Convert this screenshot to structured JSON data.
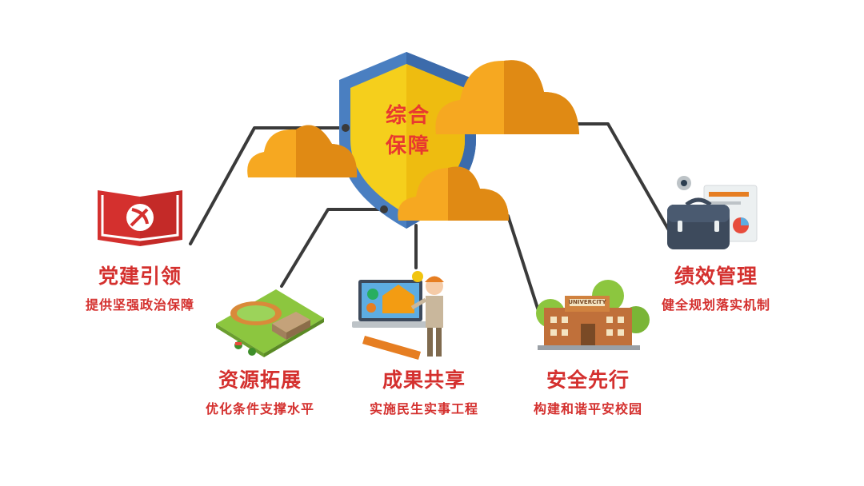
{
  "center": {
    "line1": "综合",
    "line2": "保障"
  },
  "nodes": [
    {
      "title": "党建引领",
      "sub": "提供坚强政治保障"
    },
    {
      "title": "资源拓展",
      "sub": "优化条件支撑水平"
    },
    {
      "title": "成果共享",
      "sub": "实施民生实事工程"
    },
    {
      "title": "安全先行",
      "sub": "构建和谐平安校园"
    },
    {
      "title": "绩效管理",
      "sub": "健全规划落实机制"
    }
  ],
  "sign_text": "UNIVERCITY",
  "colors": {
    "accent": "#d4302e",
    "shield_outer": "#4a7fc1",
    "shield_inner": "#f5cf1c",
    "cloud": "#f6a821",
    "cloud_shade": "#e08a14",
    "line": "#3a3a3a"
  }
}
